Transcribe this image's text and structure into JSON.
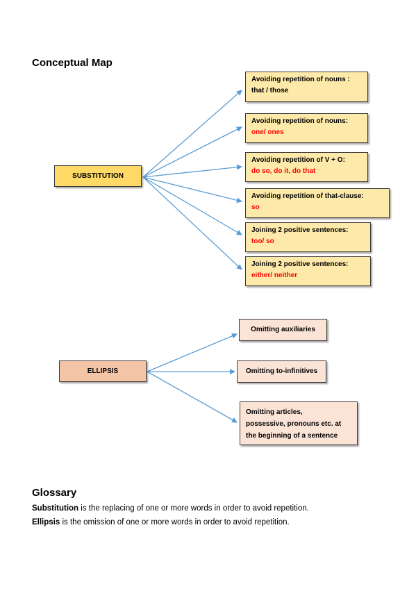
{
  "conceptual_map": {
    "title": "Conceptual Map",
    "substitution": {
      "label": "SUBSTITUTION",
      "branches": [
        {
          "line1": "Avoiding repetition of nouns :",
          "line2": "that / those"
        },
        {
          "line1": "Avoiding repetition of nouns:",
          "line2": "one/ ones"
        },
        {
          "line1": "Avoiding repetition of V + O:",
          "line2": "do so, do it, do that"
        },
        {
          "line1": "Avoiding repetition of that-clause:",
          "line2": "so"
        },
        {
          "line1": "Joining 2 positive sentences:",
          "line2": "too/ so"
        },
        {
          "line1": "Joining 2 positive sentences:",
          "line2": "either/ neither"
        }
      ],
      "colors": {
        "main": "#ffd966",
        "branch": "#fde9a9",
        "highlight": "#ff0000"
      }
    },
    "ellipsis": {
      "label": "ELLIPSIS",
      "branches": [
        {
          "text": "Omitting auxiliaries"
        },
        {
          "text": "Omitting to-infinitives"
        },
        {
          "lines": [
            "Omitting articles,",
            "possessive, pronouns etc. at",
            "the beginning of a sentence"
          ]
        }
      ],
      "colors": {
        "main": "#f4c4a6",
        "branch": "#fbe3d6"
      }
    },
    "arrow_color": "#5b9bd5"
  },
  "glossary": {
    "title": "Glossary",
    "entries": [
      {
        "term": "Substitution",
        "definition": " is the replacing of one or more words in order to avoid repetition."
      },
      {
        "term": "Ellipsis",
        "definition": " is the omission of one or more words in order to avoid repetition."
      }
    ]
  }
}
